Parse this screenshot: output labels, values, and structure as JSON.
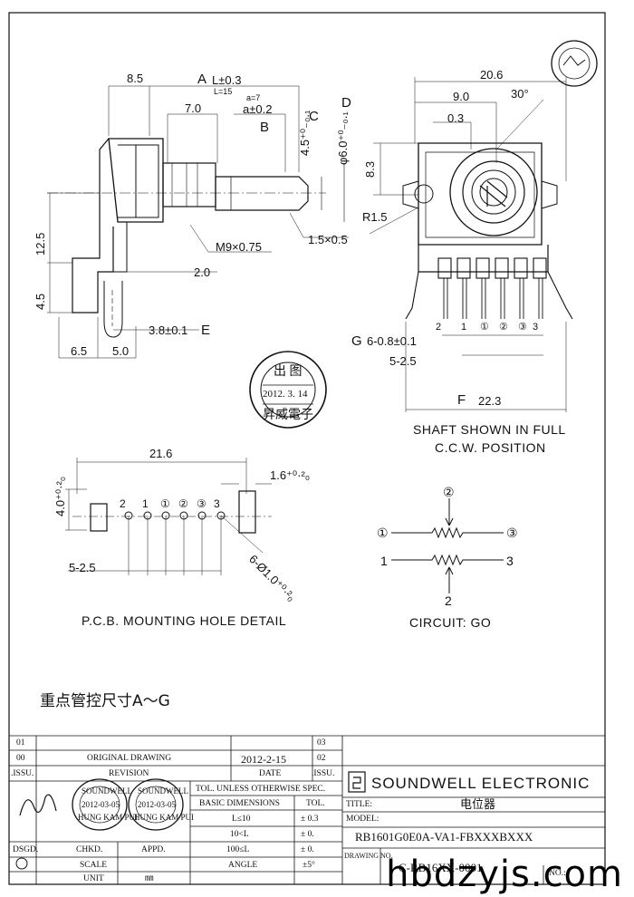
{
  "dimensions": {
    "d8_5": "8.5",
    "A_label": "A",
    "A_tol": "L±0.3",
    "A_sub": "L=15",
    "d7_0": "7.0",
    "a_sub": "a=7",
    "a_tol": "a±0.2",
    "B_label": "B",
    "C_label": "C",
    "D_label": "D",
    "C_val": "4.5⁺⁰₋₀.₁",
    "D_val": "φ6.0⁺⁰₋₀.₁",
    "d12_5": "12.5",
    "d4_5": "4.5",
    "m9": "M9×0.75",
    "d1_5x0_5": "1.5×0.5",
    "d2_0": "2.0",
    "E_val": "3.8±0.1",
    "E_label": "E",
    "d6_5": "6.5",
    "d5_0": "5.0",
    "d20_6": "20.6",
    "d9_0": "9.0",
    "d30": "30°",
    "d0_3": "0.3",
    "d8_3": "8.3",
    "r1_5": "R1.5",
    "G_label": "G",
    "G_val": "6-0.8±0.1",
    "d5_2_5": "5-2.5",
    "F_label": "F",
    "F_val": "22.3",
    "pins_front": [
      "2",
      "1",
      "①",
      "②",
      "③",
      "3"
    ]
  },
  "shaft_note": [
    "SHAFT SHOWN IN FULL",
    "C.C.W. POSITION"
  ],
  "pcb": {
    "d21_6": "21.6",
    "d4_0": "4.0⁺⁰·²₀",
    "d1_6": "1.6⁺⁰·²₀",
    "pins": [
      "2",
      "1",
      "①",
      "②",
      "③",
      "3"
    ],
    "holes": "6-Ø1.0⁺⁰·²₀",
    "pitch": "5-2.5",
    "title": "P.C.B. MOUNTING HOLE DETAIL"
  },
  "circuit": {
    "top_pin": "②",
    "left_pin1": "①",
    "right_pin1": "③",
    "left_pin2": "1",
    "right_pin2": "3",
    "bottom_pin": "2",
    "title": "CIRCUIT: GO"
  },
  "stamp_center": {
    "top": "出 图",
    "date": "2012. 3. 14",
    "bottom": "昇威電子"
  },
  "note_cn": "重点管控尺寸A～G",
  "title_block": {
    "rev_01": "01",
    "rev_00": "00",
    "issu_left": ".ISSU.",
    "original_drawing": "ORIGINAL  DRAWING",
    "revision": "REVISION",
    "orig_date": "2012-2-15",
    "date_label": "DATE",
    "rev_03": "03",
    "rev_02": "02",
    "issu_right": ".ISSU.",
    "tol_spec": "TOL. UNLESS OTHERWISE SPEC.",
    "basic_dim": "BASIC DIMENSIONS",
    "tol": "TOL.",
    "row1_dim": "L≤10",
    "row1_tol": "± 0.3",
    "row2_dim": "10<L",
    "row2_tol": "± 0.",
    "row3_dim": "100≤L",
    "row3_tol": "± 0.",
    "angle": "ANGLE",
    "angle_tol": "±5°",
    "dsgd": "DSGD.",
    "chkd": "CHKD.",
    "appd": "APPD.",
    "scale": "SCALE",
    "unit": "UNIT",
    "unit_val": "㎜",
    "company": "SOUNDWELL  ELECTRONIC",
    "title_label": "TITLE:",
    "title_val": "电位器",
    "model_label": "MODEL:",
    "model_val": "RB1601G0E0A-VA1-FBXXXBXXX",
    "drawing_no_label": "DRAWING NO.",
    "drawing_no_val": "C-RB16XX-0001",
    "no_label": "NO.:",
    "stamp1_name": "SOUNDWELL",
    "stamp1_date": "2012-03-05",
    "stamp1_person": "HUNG KAM PUI",
    "stamp2_name": "SOUNDWELL",
    "stamp2_date": "2012-03-05",
    "stamp2_person": "HUNG KAM PUI"
  },
  "watermark": "hbdzyjs.com"
}
